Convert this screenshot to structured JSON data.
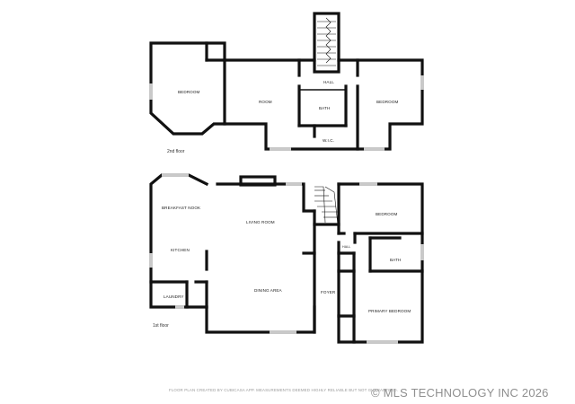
{
  "floors": {
    "second": {
      "label": "2nd floor",
      "rooms": {
        "bedroom_left": "BEDROOM",
        "room": "ROOM",
        "hall": "HALL",
        "bath": "BATH",
        "bedroom_right": "BEDROOM",
        "wic": "W.I.C."
      }
    },
    "first": {
      "label": "1st floor",
      "rooms": {
        "breakfast_nook": "BREAKFAST NOOK",
        "living_room": "LIVING ROOM",
        "bedroom": "BEDROOM",
        "hall": "HALL",
        "kitchen": "KITCHEN",
        "bath": "BATH",
        "laundry": "LAUNDRY",
        "dining_area": "DINING AREA",
        "foyer": "FOYER",
        "primary_bedroom": "PRIMARY BEDROOM"
      }
    }
  },
  "disclaimer": "FLOOR PLAN CREATED BY CUBICASA APP. MEASUREMENTS DEEMED HIGHLY RELIABLE BUT NOT GUARANTEED.",
  "watermark": "© MLS TECHNOLOGY INC 2026",
  "colors": {
    "wall": "#111111",
    "window": "#c9c9c9",
    "background": "#ffffff"
  }
}
